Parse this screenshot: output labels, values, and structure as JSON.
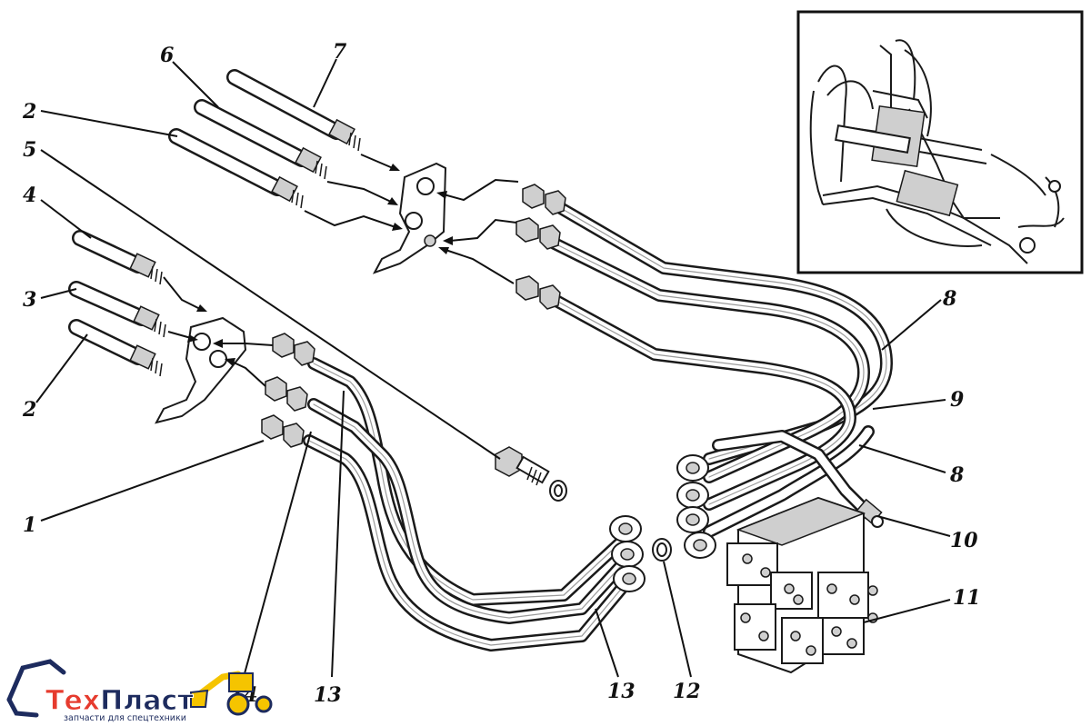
{
  "diagram": {
    "callouts": [
      {
        "id": "c1",
        "text": "1"
      },
      {
        "id": "c2a",
        "text": "2"
      },
      {
        "id": "c2b",
        "text": "2"
      },
      {
        "id": "c3",
        "text": "3"
      },
      {
        "id": "c4",
        "text": "4"
      },
      {
        "id": "c5",
        "text": "5"
      },
      {
        "id": "c6",
        "text": "6"
      },
      {
        "id": "c7",
        "text": "7"
      },
      {
        "id": "c8a",
        "text": "8"
      },
      {
        "id": "c8b",
        "text": "8"
      },
      {
        "id": "c9",
        "text": "9"
      },
      {
        "id": "c10",
        "text": "10"
      },
      {
        "id": "c11",
        "text": "11"
      },
      {
        "id": "c12",
        "text": "12"
      },
      {
        "id": "c13a",
        "text": "13"
      },
      {
        "id": "c13b",
        "text": "13"
      },
      {
        "id": "c14",
        "text": "14"
      }
    ]
  },
  "logo": {
    "brand_part1": "Тех",
    "brand_part2": "Пласт",
    "tagline": "запчасти для спецтехники",
    "colors": {
      "part1": "#e63b2e",
      "part2": "#1d2b5e",
      "accent": "#f5c400"
    }
  }
}
